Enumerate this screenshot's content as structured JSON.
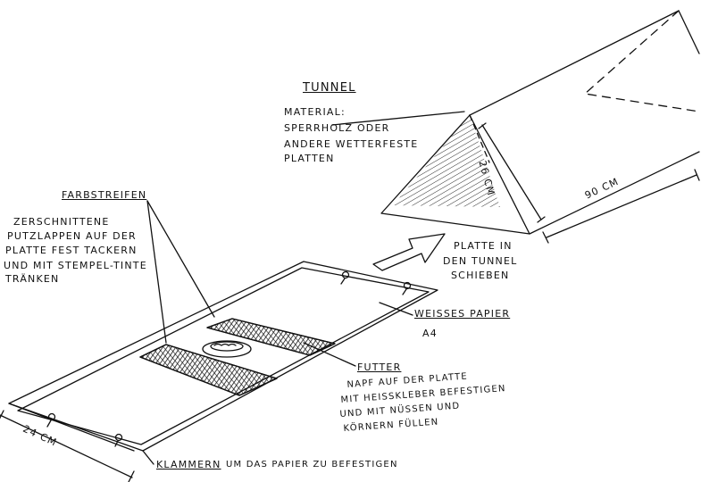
{
  "labels": {
    "tunnel_title": "Tunnel",
    "material_l1": "Material:",
    "material_l2": "Sperrholz oder",
    "material_l3": "andere wetterfeste",
    "material_l4": "Platten",
    "height": "26 cm",
    "length": "90 cm",
    "push_l1": "Platte in",
    "push_l2": "den Tunnel",
    "push_l3": "schieben",
    "stripes_title": "Farbstreifen",
    "rags_l1": "Zerschnittene",
    "rags_l2": "Putzlappen auf der",
    "rags_l3": "Platte fest tackern",
    "rags_l4": "und mit Stempel-Tinte",
    "rags_l5": "tränken",
    "paper_title": "Weißes Papier",
    "paper_size": "A4",
    "food_title": "Futter",
    "food_l1": "Napf auf der Platte",
    "food_l2": "mit Heißkleber befestigen",
    "food_l3": "und mit Nüssen und",
    "food_l4": "Körnern füllen",
    "width": "24 cm",
    "clips_word": "Klammern",
    "clips_rest": "um das Papier zu befestigen"
  },
  "colors": {
    "ink": "#111111",
    "paper": "#ffffff"
  }
}
